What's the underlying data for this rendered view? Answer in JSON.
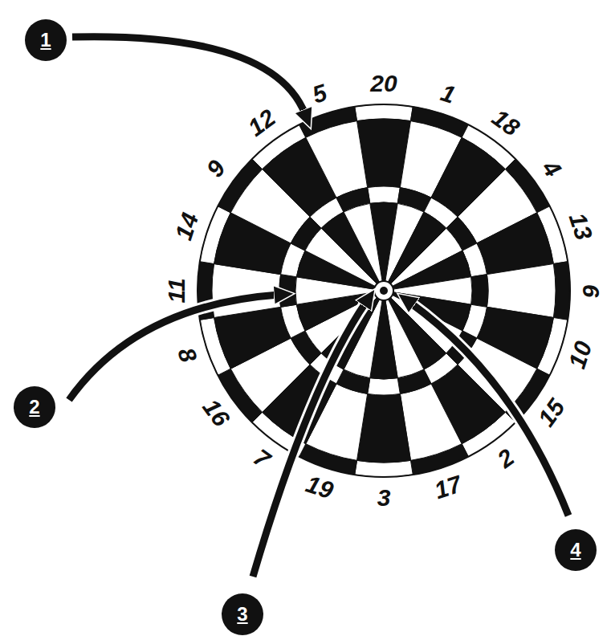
{
  "diagram": {
    "nodes": [
      {
        "text": [
          "1"
        ]
      },
      {
        "text": [
          "2"
        ]
      },
      {
        "text": [
          "3"
        ]
      },
      {
        "text": [
          "4"
        ]
      }
    ],
    "labels": [
      "20",
      "1",
      "18",
      "4",
      "13",
      "6",
      "10",
      "15",
      "2",
      "17",
      "3",
      "19",
      "7",
      "16",
      "8",
      "11",
      "14",
      "9",
      "12",
      "5"
    ]
  }
}
